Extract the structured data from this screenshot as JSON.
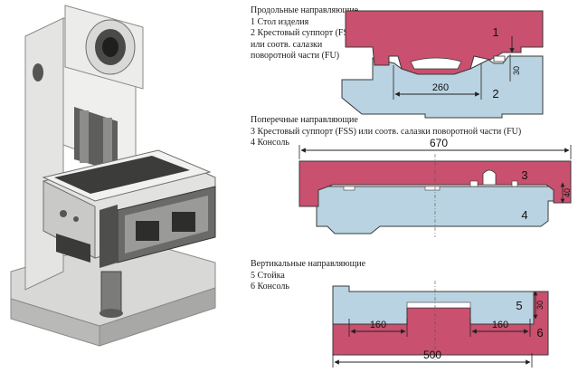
{
  "longitudinal": {
    "title": "Продольные направляющие",
    "items": [
      "1 Стол изделия",
      "2 Крестовый суппорт (FSS)",
      "или соотв. салазки",
      "поворотной части (FU)"
    ],
    "part_labels": [
      "1",
      "2"
    ],
    "dimensions": [
      "260",
      "30"
    ]
  },
  "transverse": {
    "title": "Поперечные направляющие",
    "items": [
      "3 Крестовый суппорт (FSS) или соотв. салазки поворотной части (FU)",
      "4 Консоль"
    ],
    "part_labels": [
      "3",
      "4"
    ],
    "dimensions": [
      "670",
      "40"
    ]
  },
  "vertical": {
    "title": "Вертикальные направляющие",
    "items": [
      "5 Стойка",
      "6 Консоль"
    ],
    "part_labels": [
      "5",
      "6"
    ],
    "dimensions": [
      "160",
      "160",
      "500",
      "30"
    ]
  },
  "colors": {
    "upper_part": "#c9506e",
    "lower_part": "#b9d3e2",
    "outline": "#3a3a3a",
    "dimension": "#222222"
  }
}
